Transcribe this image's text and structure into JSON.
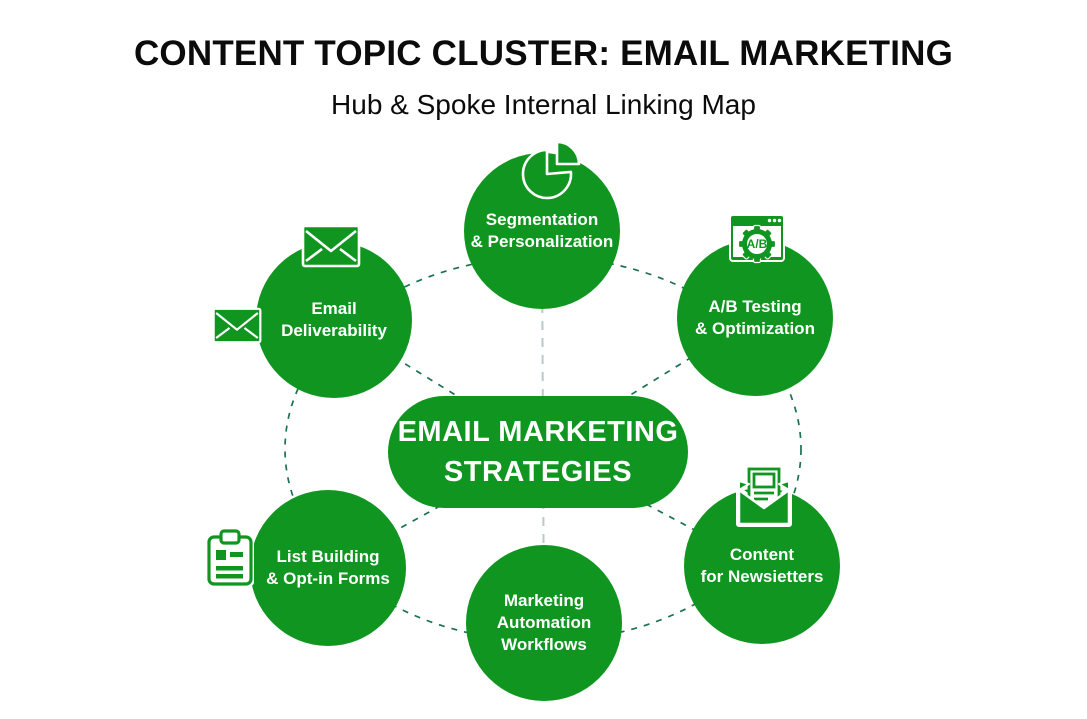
{
  "title": "CONTENT TOPIC CLUSTER: EMAIL MARKETING",
  "subtitle": "Hub & Spoke Internal Linking Map",
  "hub": {
    "label_lines": [
      "EMAIL MARKETING",
      "STRATEGIES"
    ]
  },
  "spokes": [
    {
      "id": "segmentation",
      "icon": "pie-chart-icon",
      "lines": [
        "Segmentation",
        "& Personalization"
      ]
    },
    {
      "id": "ab-testing",
      "icon": "ab-test-browser-gear-icon",
      "lines": [
        "A/B Testing",
        "& Optimization"
      ]
    },
    {
      "id": "email-deliverability",
      "icon": "envelope-icon",
      "secondary_icon": "envelope-icon",
      "lines": [
        "Email",
        "Deliverability"
      ]
    },
    {
      "id": "list-building",
      "icon": "clipboard-checklist-icon",
      "lines": [
        "List Building",
        "& Opt-in Forms"
      ]
    },
    {
      "id": "marketing-automation",
      "icon": null,
      "lines": [
        "Marketing",
        "Automation",
        "Workflows"
      ]
    },
    {
      "id": "content-newsletters",
      "icon": "newsletter-envelope-icon",
      "lines": [
        "Content",
        "for Newsietters"
      ]
    }
  ],
  "icons": {
    "ab_label": "A/B"
  },
  "colors": {
    "green": "#109620",
    "dash_teal": "#1b7150",
    "dash_gray": "#b7c9cc",
    "text_on_green": "#ffffff",
    "title": "#0b0b0b"
  }
}
